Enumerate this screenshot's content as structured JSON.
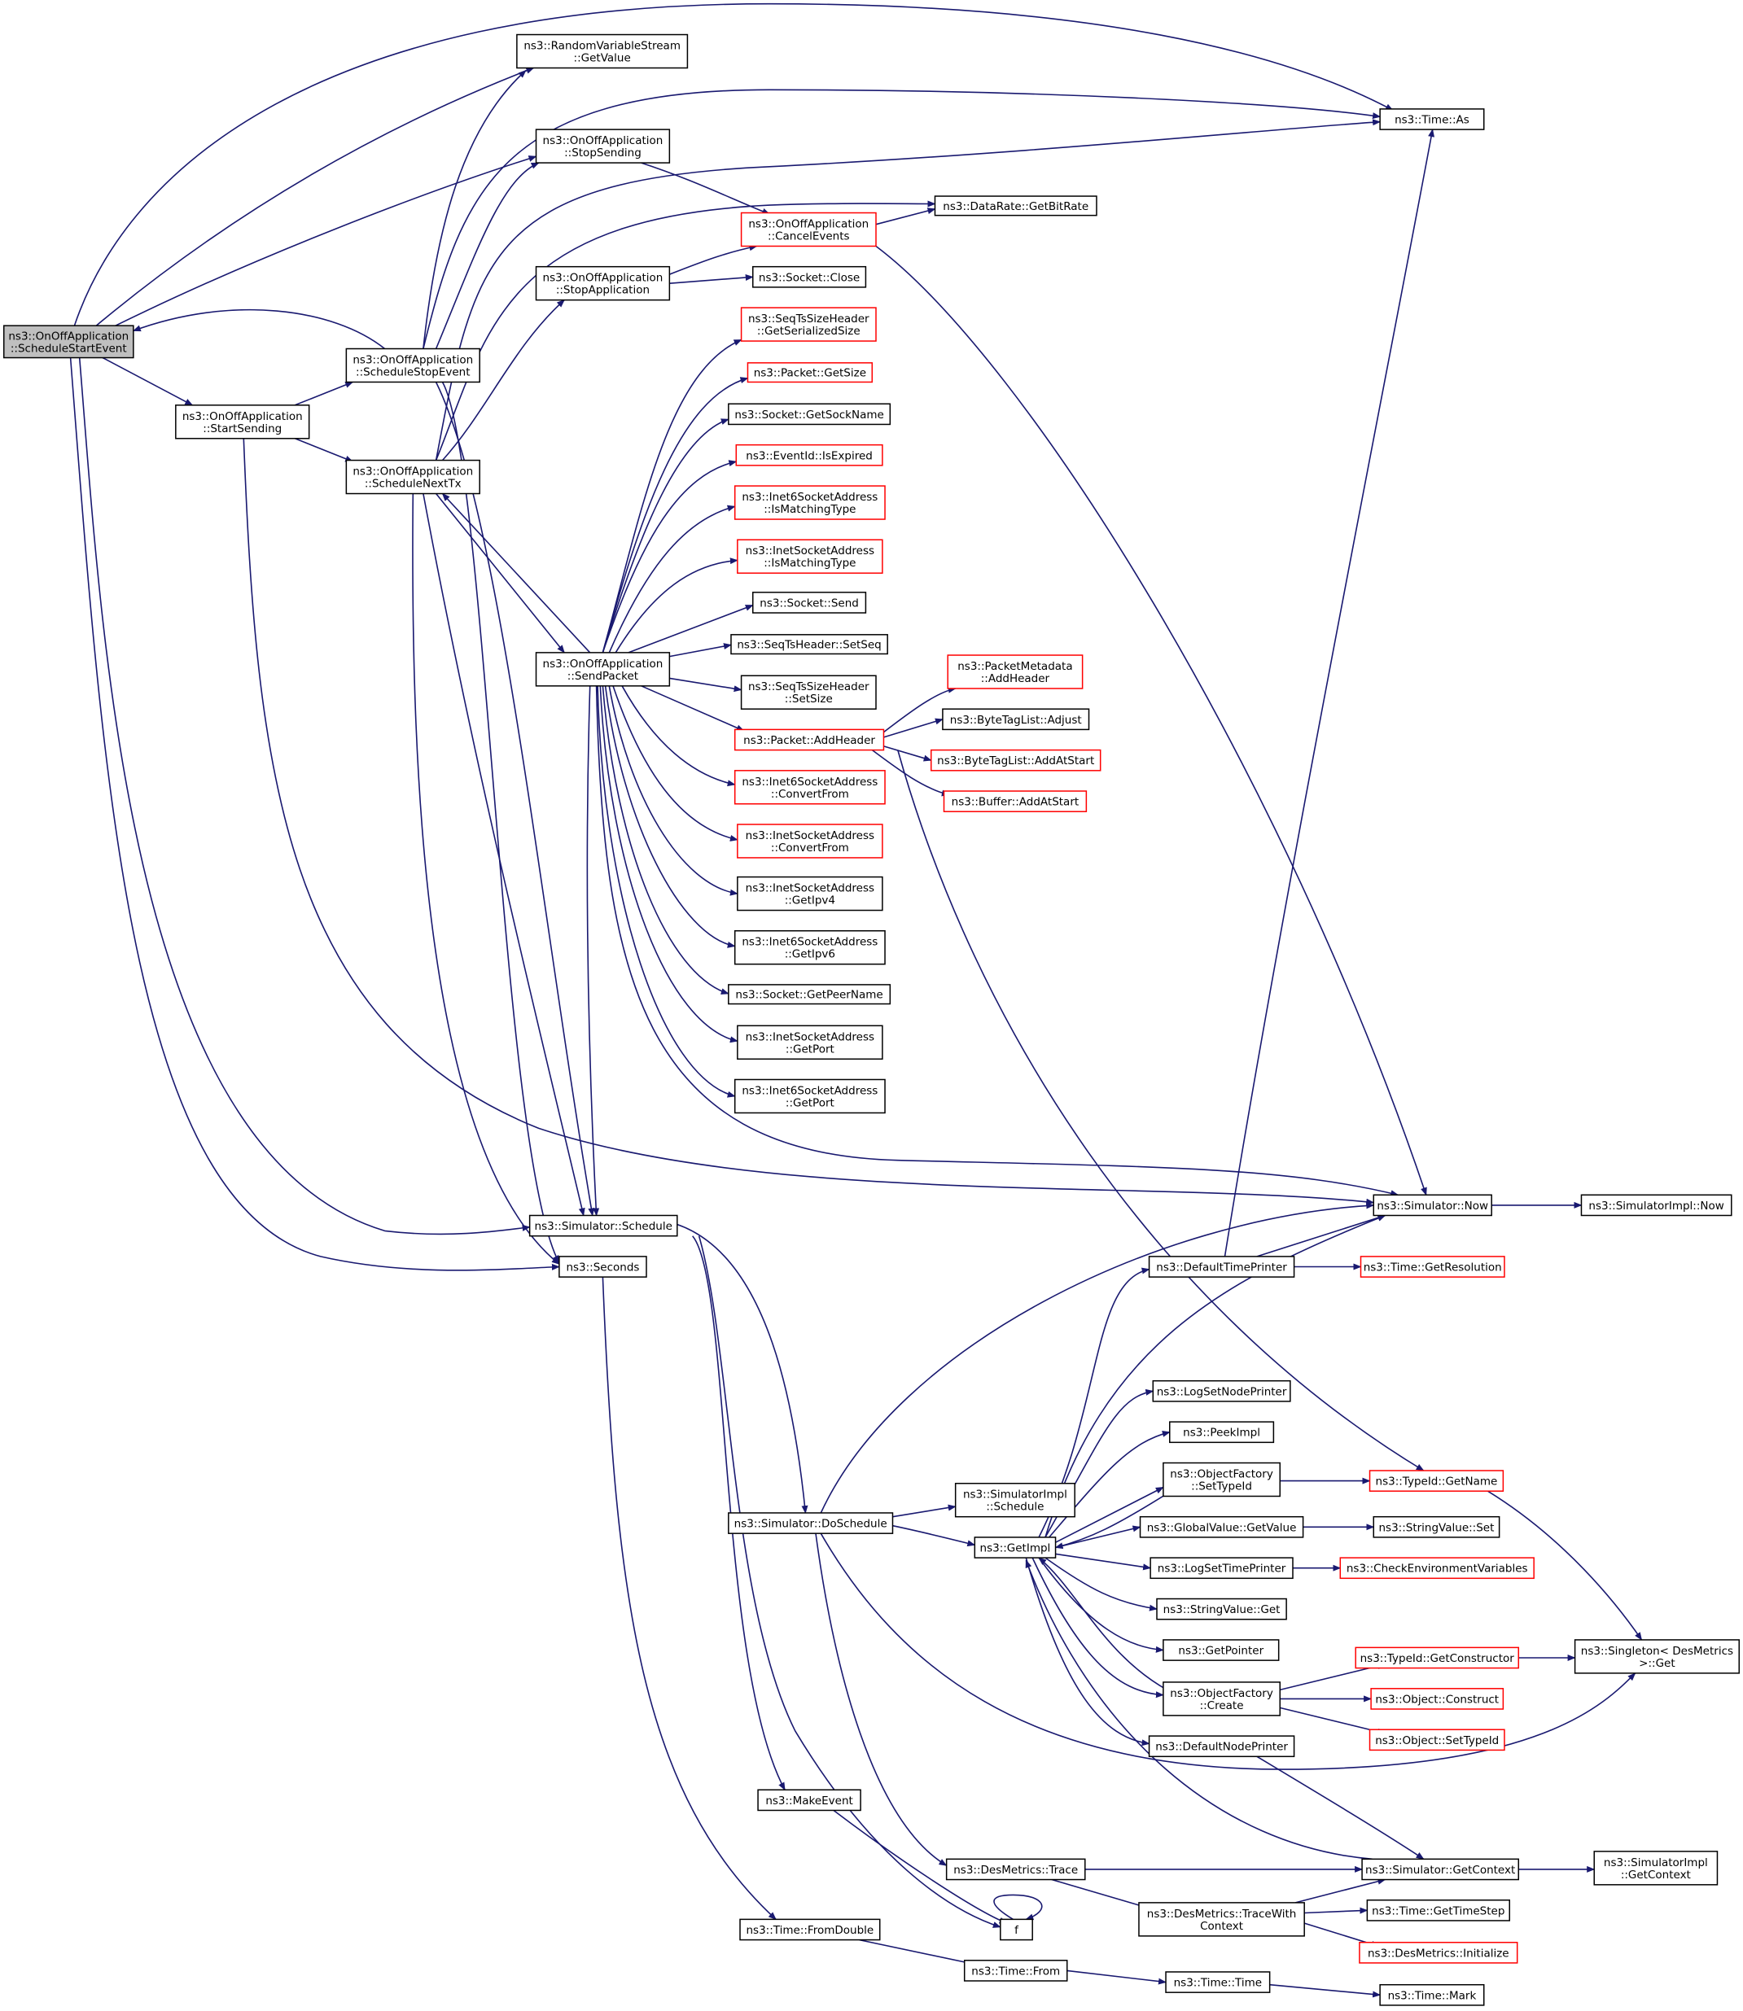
{
  "diagram": {
    "type": "call-graph",
    "root": "ns3::OnOffApplication::ScheduleStartEvent",
    "edge_color": "#191970",
    "border_color_incomplete": "#ff0000",
    "root_fill": "#bfbfbf",
    "nodes": [
      {
        "id": "root",
        "lines": [
          "ns3::OnOffApplication",
          "::ScheduleStartEvent"
        ],
        "style": "root"
      },
      {
        "id": "rvs",
        "lines": [
          "ns3::RandomVariableStream",
          "::GetValue"
        ],
        "style": "black"
      },
      {
        "id": "stopSending",
        "lines": [
          "ns3::OnOffApplication",
          "::StopSending"
        ],
        "style": "black"
      },
      {
        "id": "cancelEvents",
        "lines": [
          "ns3::OnOffApplication",
          "::CancelEvents"
        ],
        "style": "red"
      },
      {
        "id": "stopApp",
        "lines": [
          "ns3::OnOffApplication",
          "::StopApplication"
        ],
        "style": "black"
      },
      {
        "id": "schedStop",
        "lines": [
          "ns3::OnOffApplication",
          "::ScheduleStopEvent"
        ],
        "style": "black"
      },
      {
        "id": "startSending",
        "lines": [
          "ns3::OnOffApplication",
          "::StartSending"
        ],
        "style": "black"
      },
      {
        "id": "schedNext",
        "lines": [
          "ns3::OnOffApplication",
          "::ScheduleNextTx"
        ],
        "style": "black"
      },
      {
        "id": "sendPacket",
        "lines": [
          "ns3::OnOffApplication",
          "::SendPacket"
        ],
        "style": "black"
      },
      {
        "id": "timeAs",
        "lines": [
          "ns3::Time::As"
        ],
        "style": "black"
      },
      {
        "id": "getBitRate",
        "lines": [
          "ns3::DataRate::GetBitRate"
        ],
        "style": "black"
      },
      {
        "id": "sockClose",
        "lines": [
          "ns3::Socket::Close"
        ],
        "style": "black"
      },
      {
        "id": "seqSerSize",
        "lines": [
          "ns3::SeqTsSizeHeader",
          "::GetSerializedSize"
        ],
        "style": "red"
      },
      {
        "id": "pktGetSize",
        "lines": [
          "ns3::Packet::GetSize"
        ],
        "style": "red"
      },
      {
        "id": "getSockName",
        "lines": [
          "ns3::Socket::GetSockName"
        ],
        "style": "black"
      },
      {
        "id": "isExpired",
        "lines": [
          "ns3::EventId::IsExpired"
        ],
        "style": "red"
      },
      {
        "id": "i6Match",
        "lines": [
          "ns3::Inet6SocketAddress",
          "::IsMatchingType"
        ],
        "style": "red"
      },
      {
        "id": "i4Match",
        "lines": [
          "ns3::InetSocketAddress",
          "::IsMatchingType"
        ],
        "style": "red"
      },
      {
        "id": "sockSend",
        "lines": [
          "ns3::Socket::Send"
        ],
        "style": "black"
      },
      {
        "id": "setSeq",
        "lines": [
          "ns3::SeqTsHeader::SetSeq"
        ],
        "style": "black"
      },
      {
        "id": "setSize",
        "lines": [
          "ns3::SeqTsSizeHeader",
          "::SetSize"
        ],
        "style": "black"
      },
      {
        "id": "addHeader",
        "lines": [
          "ns3::Packet::AddHeader"
        ],
        "style": "red"
      },
      {
        "id": "pmAddHeader",
        "lines": [
          "ns3::PacketMetadata",
          "::AddHeader"
        ],
        "style": "red"
      },
      {
        "id": "btlAdjust",
        "lines": [
          "ns3::ByteTagList::Adjust"
        ],
        "style": "black"
      },
      {
        "id": "btlAddStart",
        "lines": [
          "ns3::ByteTagList::AddAtStart"
        ],
        "style": "red"
      },
      {
        "id": "bufAddStart",
        "lines": [
          "ns3::Buffer::AddAtStart"
        ],
        "style": "red"
      },
      {
        "id": "i6Conv",
        "lines": [
          "ns3::Inet6SocketAddress",
          "::ConvertFrom"
        ],
        "style": "red"
      },
      {
        "id": "i4Conv",
        "lines": [
          "ns3::InetSocketAddress",
          "::ConvertFrom"
        ],
        "style": "red"
      },
      {
        "id": "i4Ipv4",
        "lines": [
          "ns3::InetSocketAddress",
          "::GetIpv4"
        ],
        "style": "black"
      },
      {
        "id": "i6Ipv6",
        "lines": [
          "ns3::Inet6SocketAddress",
          "::GetIpv6"
        ],
        "style": "black"
      },
      {
        "id": "getPeerName",
        "lines": [
          "ns3::Socket::GetPeerName"
        ],
        "style": "black"
      },
      {
        "id": "i4Port",
        "lines": [
          "ns3::InetSocketAddress",
          "::GetPort"
        ],
        "style": "black"
      },
      {
        "id": "i6Port",
        "lines": [
          "ns3::Inet6SocketAddress",
          "::GetPort"
        ],
        "style": "black"
      },
      {
        "id": "simNow",
        "lines": [
          "ns3::Simulator::Now"
        ],
        "style": "black"
      },
      {
        "id": "simImplNow",
        "lines": [
          "ns3::SimulatorImpl::Now"
        ],
        "style": "black"
      },
      {
        "id": "simSchedule",
        "lines": [
          "ns3::Simulator::Schedule"
        ],
        "style": "black"
      },
      {
        "id": "seconds",
        "lines": [
          "ns3::Seconds"
        ],
        "style": "black"
      },
      {
        "id": "defTimePrinter",
        "lines": [
          "ns3::DefaultTimePrinter"
        ],
        "style": "black"
      },
      {
        "id": "getResolution",
        "lines": [
          "ns3::Time::GetResolution"
        ],
        "style": "red"
      },
      {
        "id": "logSetNode",
        "lines": [
          "ns3::LogSetNodePrinter"
        ],
        "style": "black"
      },
      {
        "id": "peekImpl",
        "lines": [
          "ns3::PeekImpl"
        ],
        "style": "black"
      },
      {
        "id": "ofSetTypeId",
        "lines": [
          "ns3::ObjectFactory",
          "::SetTypeId"
        ],
        "style": "black"
      },
      {
        "id": "typeIdGetName",
        "lines": [
          "ns3::TypeId::GetName"
        ],
        "style": "red"
      },
      {
        "id": "simImplSchedule",
        "lines": [
          "ns3::SimulatorImpl",
          "::Schedule"
        ],
        "style": "black"
      },
      {
        "id": "doSchedule",
        "lines": [
          "ns3::Simulator::DoSchedule"
        ],
        "style": "black"
      },
      {
        "id": "getImpl",
        "lines": [
          "ns3::GetImpl"
        ],
        "style": "black"
      },
      {
        "id": "gvGetValue",
        "lines": [
          "ns3::GlobalValue::GetValue"
        ],
        "style": "black"
      },
      {
        "id": "svSet",
        "lines": [
          "ns3::StringValue::Set"
        ],
        "style": "black"
      },
      {
        "id": "logSetTime",
        "lines": [
          "ns3::LogSetTimePrinter"
        ],
        "style": "black"
      },
      {
        "id": "checkEnv",
        "lines": [
          "ns3::CheckEnvironmentVariables"
        ],
        "style": "red"
      },
      {
        "id": "svGet",
        "lines": [
          "ns3::StringValue::Get"
        ],
        "style": "black"
      },
      {
        "id": "getPointer",
        "lines": [
          "ns3::GetPointer"
        ],
        "style": "black"
      },
      {
        "id": "tidGetCtor",
        "lines": [
          "ns3::TypeId::GetConstructor"
        ],
        "style": "red"
      },
      {
        "id": "singletonGet",
        "lines": [
          "ns3::Singleton< DesMetrics",
          ">::Get"
        ],
        "style": "black"
      },
      {
        "id": "ofCreate",
        "lines": [
          "ns3::ObjectFactory",
          "::Create"
        ],
        "style": "black"
      },
      {
        "id": "objConstruct",
        "lines": [
          "ns3::Object::Construct"
        ],
        "style": "red"
      },
      {
        "id": "objSetTypeId",
        "lines": [
          "ns3::Object::SetTypeId"
        ],
        "style": "red"
      },
      {
        "id": "defNodePrinter",
        "lines": [
          "ns3::DefaultNodePrinter"
        ],
        "style": "black"
      },
      {
        "id": "makeEvent",
        "lines": [
          "ns3::MakeEvent"
        ],
        "style": "black"
      },
      {
        "id": "dmTrace",
        "lines": [
          "ns3::DesMetrics::Trace"
        ],
        "style": "black"
      },
      {
        "id": "simGetContext",
        "lines": [
          "ns3::Simulator::GetContext"
        ],
        "style": "black"
      },
      {
        "id": "simImplGetContext",
        "lines": [
          "ns3::SimulatorImpl",
          "::GetContext"
        ],
        "style": "black"
      },
      {
        "id": "f",
        "lines": [
          "f"
        ],
        "style": "black"
      },
      {
        "id": "dmTraceWith",
        "lines": [
          "ns3::DesMetrics::TraceWith",
          "Context"
        ],
        "style": "black"
      },
      {
        "id": "getTimeStep",
        "lines": [
          "ns3::Time::GetTimeStep"
        ],
        "style": "black"
      },
      {
        "id": "dmInit",
        "lines": [
          "ns3::DesMetrics::Initialize"
        ],
        "style": "red"
      },
      {
        "id": "fromDouble",
        "lines": [
          "ns3::Time::FromDouble"
        ],
        "style": "black"
      },
      {
        "id": "timeFrom",
        "lines": [
          "ns3::Time::From"
        ],
        "style": "black"
      },
      {
        "id": "timeTime",
        "lines": [
          "ns3::Time::Time"
        ],
        "style": "black"
      },
      {
        "id": "timeMark",
        "lines": [
          "ns3::Time::Mark"
        ],
        "style": "black"
      }
    ]
  }
}
